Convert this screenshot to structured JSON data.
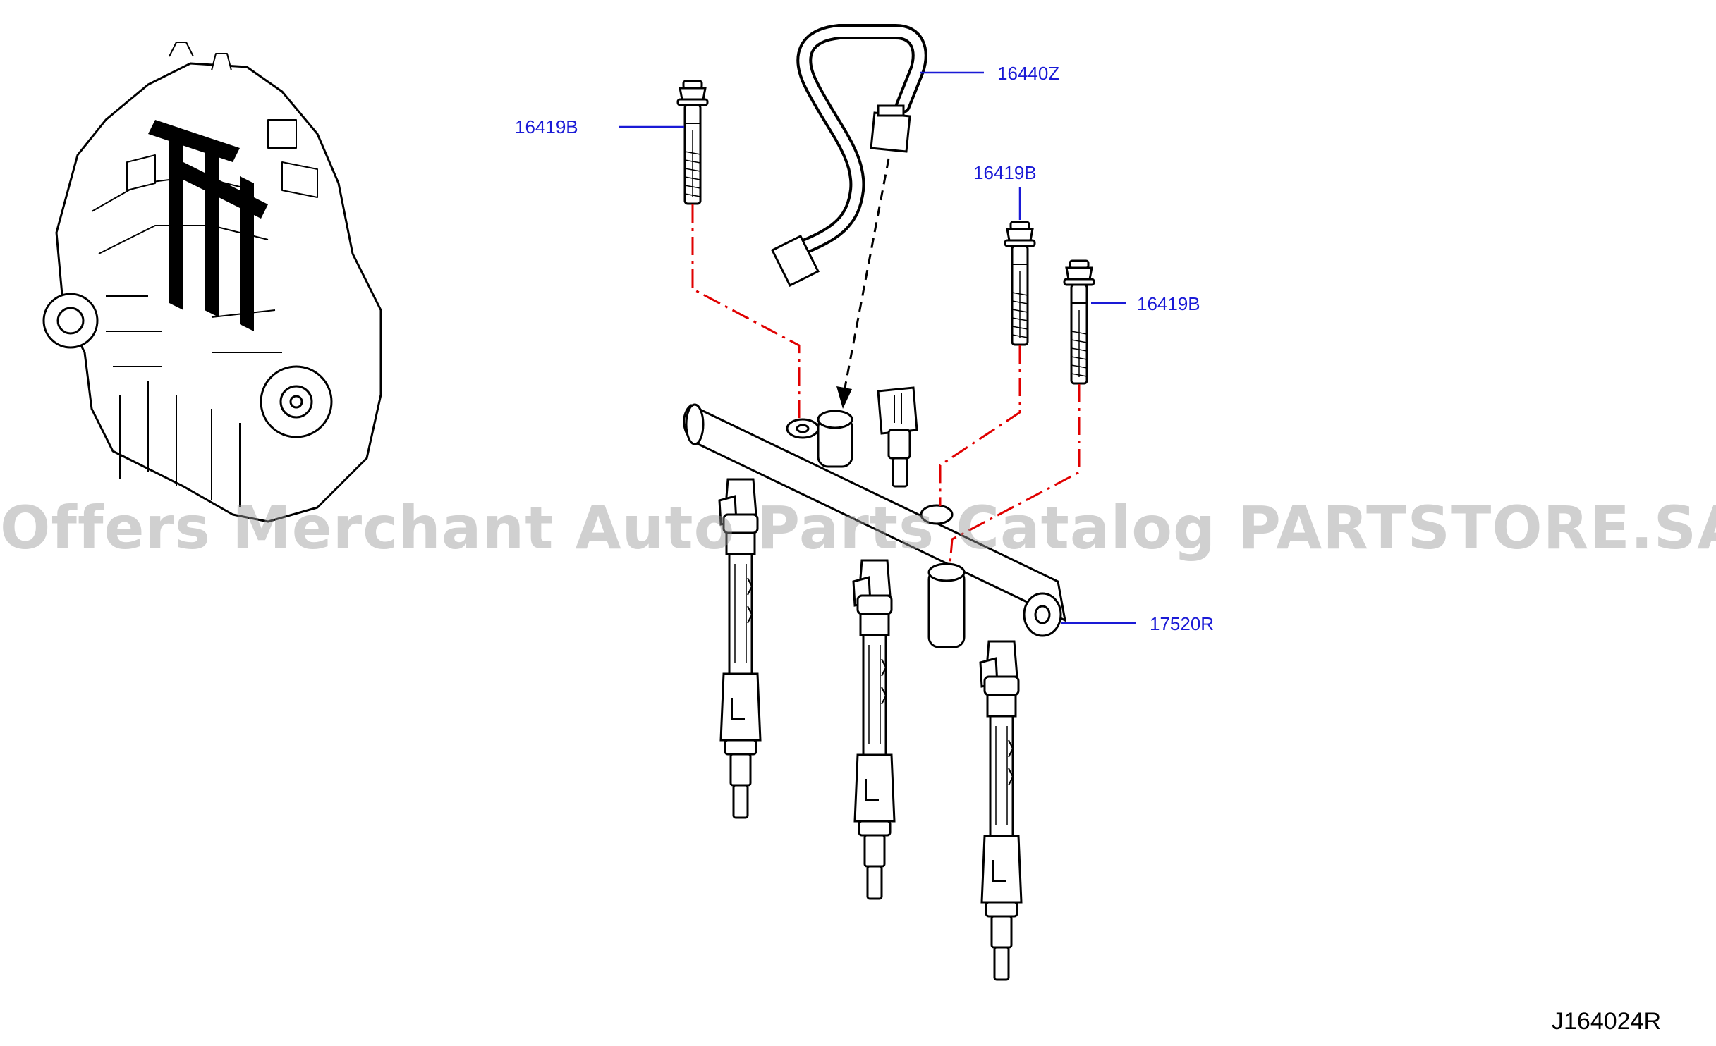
{
  "diagram": {
    "callouts": {
      "bolt_left": "16419B",
      "fuel_pipe": "16440Z",
      "bolt_middle": "16419B",
      "bolt_right": "16419B",
      "fuel_rail": "17520R"
    },
    "diagram_code": "J164024R",
    "watermark": "Offers Merchant Auto Parts Catalog PARTSTORE.SA"
  },
  "colors": {
    "callout_text": "#1a1ad6",
    "leader_line": "#1a1ad6",
    "dash_line": "#e00000",
    "part_outline": "#000000",
    "watermark": "rgba(150,150,150,0.45)"
  }
}
